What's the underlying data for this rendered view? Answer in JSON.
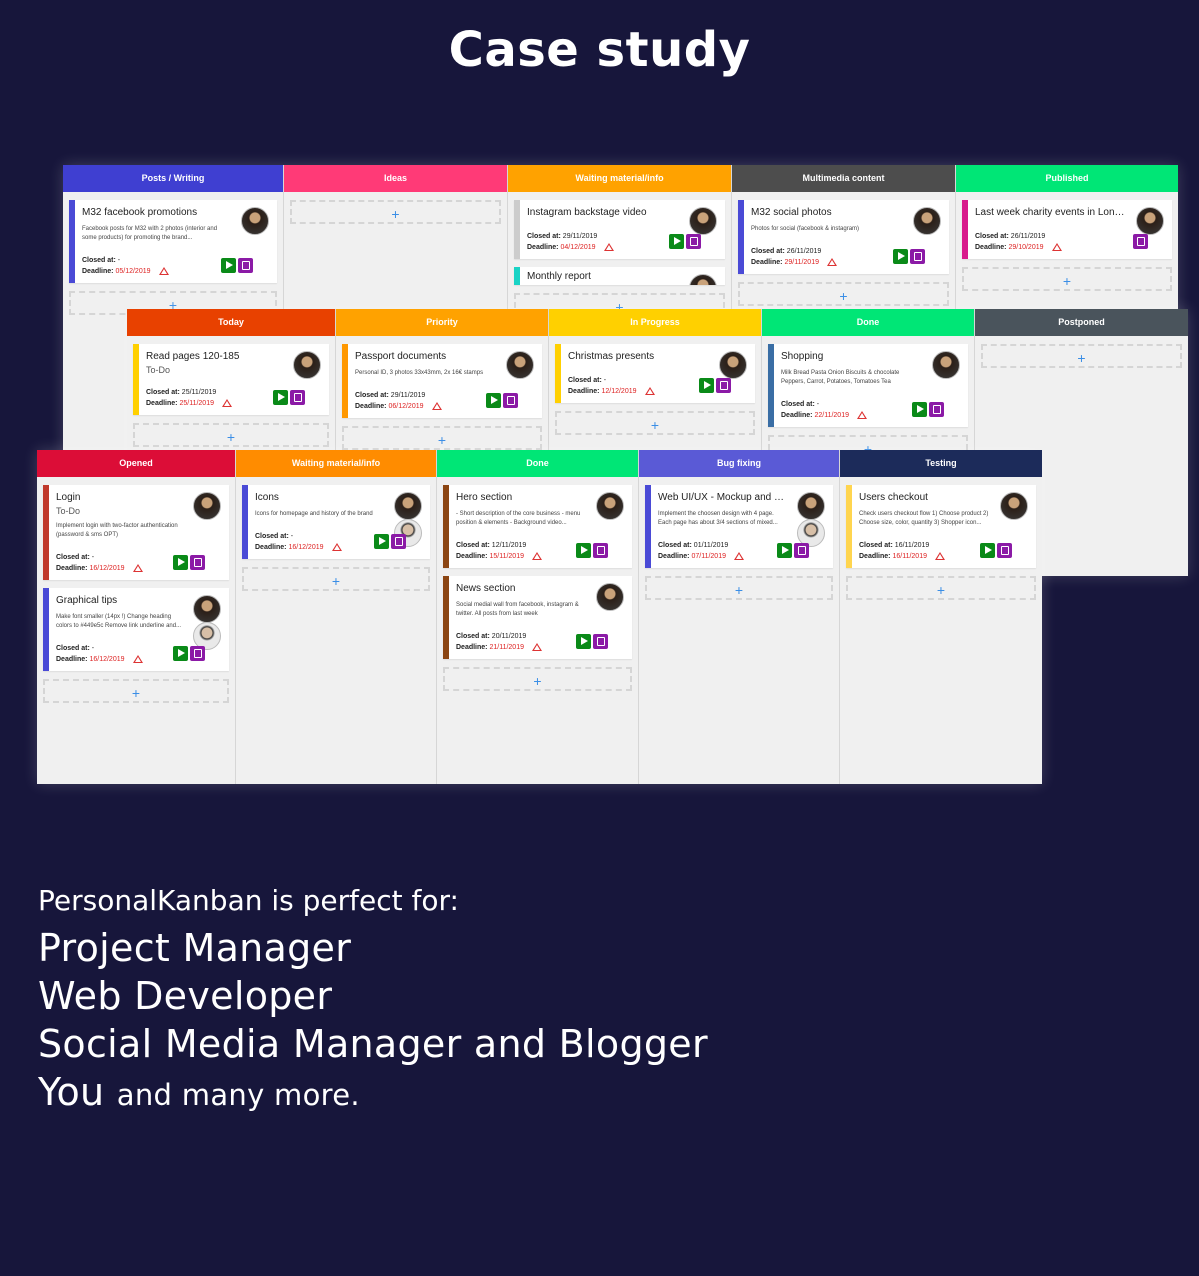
{
  "page": {
    "title": "Case study"
  },
  "colors": {
    "background": "#17163b",
    "green_action": "#0a8a18",
    "purple_action": "#8b1aa6",
    "deadline_red": "#dd2222",
    "add_plus": "#3a8ee6"
  },
  "boards": {
    "board1": {
      "columns": [
        {
          "name": "Posts / Writing",
          "color": "#3f3fd1",
          "cards": [
            {
              "title": "M32 facebook promotions",
              "desc": "Facebook posts for M32 with 2 photos (interior and some products) for promoting the brand...",
              "closed": "-",
              "deadline": "05/12/2019",
              "accent": "#4a4ad6",
              "has_play": true
            }
          ]
        },
        {
          "name": "Ideas",
          "color": "#ff3a77",
          "cards": []
        },
        {
          "name": "Waiting material/info",
          "color": "#ffa200",
          "cards": [
            {
              "title": "Instagram backstage video",
              "closed": "29/11/2019",
              "deadline": "04/12/2019",
              "accent": "#cccccc",
              "has_play": true
            },
            {
              "title": "Monthly report",
              "accent": "#19d3c5"
            }
          ]
        },
        {
          "name": "Multimedia content",
          "color": "#4d4d4d",
          "cards": [
            {
              "title": "M32 social photos",
              "desc": "Photos for social (facebook & instagram)",
              "closed": "26/11/2019",
              "deadline": "29/11/2019",
              "accent": "#4a4ad6",
              "has_play": true
            }
          ]
        },
        {
          "name": "Published",
          "color": "#00e676",
          "cards": [
            {
              "title": "Last week charity events in Londo...",
              "closed": "26/11/2019",
              "deadline": "29/10/2019",
              "accent": "#d81b8c",
              "has_play": false
            }
          ]
        }
      ]
    },
    "board2": {
      "columns": [
        {
          "name": "Today",
          "color": "#e84100",
          "cards": [
            {
              "title": "Read pages 120-185",
              "sub": "To-Do",
              "closed": "25/11/2019",
              "deadline": "25/11/2019",
              "accent": "#ffd000",
              "has_play": true
            }
          ]
        },
        {
          "name": "Priority",
          "color": "#ffa200",
          "cards": [
            {
              "title": "Passport documents",
              "desc": "Personal ID, 3 photos 33x43mm, 2x 16€ stamps",
              "closed": "29/11/2019",
              "deadline": "06/12/2019",
              "accent": "#ff9800",
              "has_play": true
            }
          ]
        },
        {
          "name": "In Progress",
          "color": "#ffd000",
          "cards": [
            {
              "title": "Christmas presents",
              "closed": "-",
              "deadline": "12/12/2019",
              "accent": "#ffd000",
              "has_play": true
            }
          ]
        },
        {
          "name": "Done",
          "color": "#00e676",
          "cards": [
            {
              "title": "Shopping",
              "desc": "Milk Bread Pasta Onion Biscuits & chocolate Peppers, Carrot, Potatoes, Tomatoes Tea",
              "closed": "-",
              "deadline": "22/11/2019",
              "accent": "#3a6ea5",
              "has_play": true
            }
          ]
        },
        {
          "name": "Postponed",
          "color": "#4a545c",
          "cards": []
        }
      ]
    },
    "board3": {
      "columns": [
        {
          "name": "Opened",
          "color": "#dc0d37",
          "cards": [
            {
              "title": "Login",
              "sub": "To-Do",
              "desc": "Implement login with two-factor authentication (password & sms OPT)",
              "closed": "-",
              "deadline": "16/12/2019",
              "accent": "#c0392b",
              "has_play": true
            },
            {
              "title": "Graphical tips",
              "desc": "Make font smaller (14px !) Change heading colors to #449e5c Remove link underline and...",
              "closed": "-",
              "deadline": "16/12/2019",
              "accent": "#4a4ad6",
              "has_play": true,
              "two_avatars": true
            }
          ]
        },
        {
          "name": "Waiting material/info",
          "color": "#ff8c00",
          "cards": [
            {
              "title": "Icons",
              "desc": "Icons for homepage and history of the brand",
              "closed": "-",
              "deadline": "16/12/2019",
              "accent": "#4a4ad6",
              "has_play": true,
              "two_avatars": true
            }
          ]
        },
        {
          "name": "Done",
          "color": "#00e676",
          "cards": [
            {
              "title": "Hero section",
              "desc": "- Short description of the core business - menu position & elements - Background video...",
              "closed": "12/11/2019",
              "deadline": "15/11/2019",
              "accent": "#8b4513",
              "has_play": true
            },
            {
              "title": "News section",
              "desc": "Social medial wall from facebook, instagram & twitter. All posts from last week",
              "closed": "20/11/2019",
              "deadline": "21/11/2019",
              "accent": "#8b4513",
              "has_play": true
            }
          ]
        },
        {
          "name": "Bug fixing",
          "color": "#5a5ad6",
          "cards": [
            {
              "title": "Web UI/UX - Mockup and website f...",
              "desc": "Implement the choosen design with 4 page. Each page has about 3/4 sections of mixed...",
              "closed": "01/11/2019",
              "deadline": "07/11/2019",
              "accent": "#4a4ad6",
              "has_play": true,
              "two_avatars": true
            }
          ]
        },
        {
          "name": "Testing",
          "color": "#1c2b5a",
          "cards": [
            {
              "title": "Users checkout",
              "desc": "Check users checkout flow 1) Choose product 2) Choose size, color, quantity 3) Shopper icon...",
              "closed": "16/11/2019",
              "deadline": "16/11/2019",
              "accent": "#ffd54f",
              "has_play": true
            }
          ]
        }
      ]
    }
  },
  "labels": {
    "closed_at": "Closed at:",
    "deadline": "Deadline:",
    "add": "+"
  },
  "bottom": {
    "intro": "PersonalKanban is perfect for:",
    "lines": [
      "Project Manager",
      "Web Developer",
      "Social Media Manager and Blogger"
    ],
    "you": "You",
    "you_rest": "and many more."
  }
}
